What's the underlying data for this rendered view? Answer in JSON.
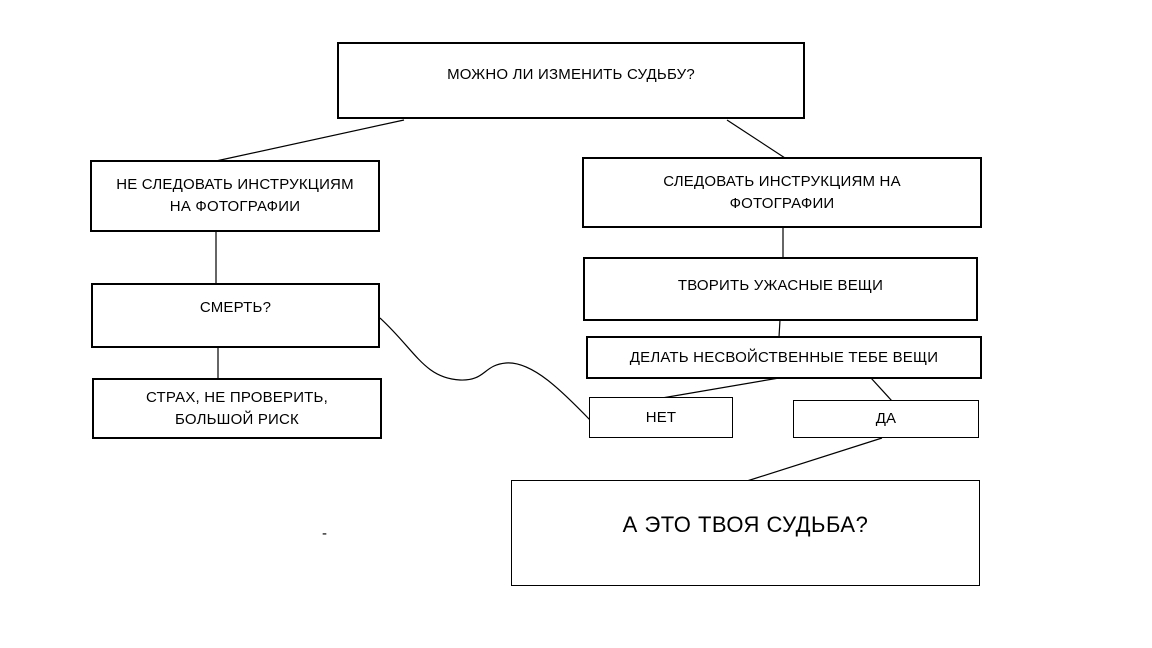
{
  "page": {
    "background_color": "#ffffff",
    "line_color": "#000000",
    "box_fill_color": "#ffffff"
  },
  "nodes": {
    "main_question": {
      "label": "МОЖНО ЛИ ИЗМЕНИТЬ СУДЬБУ?"
    },
    "not_follow": {
      "line1": "НЕ СЛЕДОВАТЬ ИНСТРУКЦИЯМ",
      "line2": "НА ФОТОГРАФИИ"
    },
    "follow": {
      "line1": "СЛЕДОВАТЬ ИНСТРУКЦИЯМ НА",
      "line2": "ФОТОГРАФИИ"
    },
    "death": {
      "label": "СМЕРТЬ?"
    },
    "terrible": {
      "label": "ТВОРИТЬ УЖАСНЫЕ ВЕЩИ"
    },
    "unusual": {
      "label": "ДЕЛАТЬ НЕСВОЙСТВЕННЫЕ ТЕБЕ ВЕЩИ"
    },
    "fear": {
      "line1": "СТРАХ, НЕ ПРОВЕРИТЬ,",
      "line2": "БОЛЬШОЙ РИСК"
    },
    "no": {
      "label": "НЕТ"
    },
    "yes": {
      "label": "ДА"
    },
    "destiny": {
      "label": "А ЭТО ТВОЯ СУДЬБА?"
    }
  },
  "edges": [
    {
      "from": "main_question",
      "to": "not_follow"
    },
    {
      "from": "main_question",
      "to": "follow"
    },
    {
      "from": "not_follow",
      "to": "death"
    },
    {
      "from": "death",
      "to": "fear"
    },
    {
      "from": "death",
      "to": "no",
      "style": "wavy"
    },
    {
      "from": "follow",
      "to": "terrible"
    },
    {
      "from": "terrible",
      "to": "unusual"
    },
    {
      "from": "unusual",
      "to": "no"
    },
    {
      "from": "unusual",
      "to": "yes"
    },
    {
      "from": "yes",
      "to": "destiny"
    }
  ],
  "annotations": {
    "stray_mark": "-"
  }
}
